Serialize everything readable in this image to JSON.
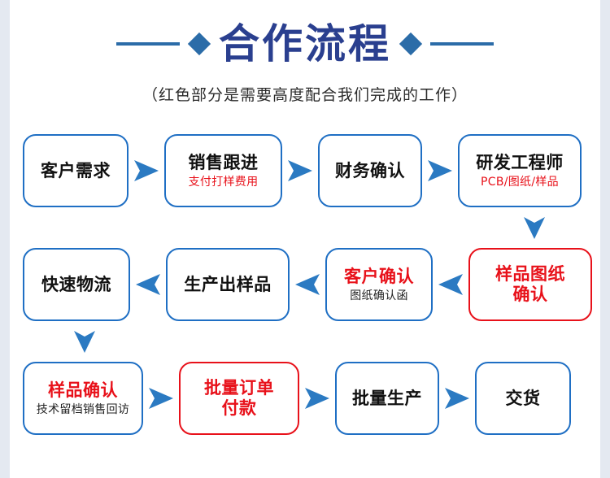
{
  "header": {
    "title": "合作流程",
    "subtitle": "（红色部分是需要高度配合我们完成的工作）",
    "left_rule": "horizontal-rule",
    "left_diamond": "diamond-icon",
    "right_diamond": "diamond-icon",
    "right_rule": "horizontal-rule"
  },
  "colors": {
    "title_blue": "#2a3f8f",
    "accent_blue": "#2b6ca8",
    "box_blue": "#1f6fc4",
    "box_red": "#e8111a",
    "arrow_blue": "#2b7ac2",
    "edge_strip": "#e4e9f1",
    "background": "#ffffff",
    "text_black": "#111111"
  },
  "flow": {
    "rows": [
      {
        "direction": "right",
        "nodes": [
          {
            "main": "客户需求",
            "sub": "",
            "border": "red",
            "main_color": "red",
            "sub_color": "black"
          },
          {
            "main": "销售跟进",
            "sub": "支付打样费用",
            "border": "blue",
            "main_color": "black",
            "sub_color": "red"
          },
          {
            "main": "财务确认",
            "sub": "",
            "border": "blue",
            "main_color": "black",
            "sub_color": "black"
          },
          {
            "main": "研发工程师",
            "sub": "PCB/图纸/样品",
            "border": "blue",
            "main_color": "black",
            "sub_color": "red"
          }
        ]
      },
      {
        "direction": "left",
        "nodes": [
          {
            "main": "快速物流",
            "sub": "",
            "border": "blue",
            "main_color": "black",
            "sub_color": "black"
          },
          {
            "main": "生产出样品",
            "sub": "",
            "border": "blue",
            "main_color": "black",
            "sub_color": "black"
          },
          {
            "main": "客户确认",
            "sub": "图纸确认函",
            "border": "blue",
            "main_color": "red",
            "sub_color": "black"
          },
          {
            "main": "样品图纸\n确认",
            "sub": "",
            "border": "red",
            "main_color": "red",
            "sub_color": "black"
          }
        ]
      },
      {
        "direction": "right",
        "nodes": [
          {
            "main": "样品确认",
            "sub": "技术留档销售回访",
            "border": "blue",
            "main_color": "red",
            "sub_color": "black"
          },
          {
            "main": "批量订单\n付款",
            "sub": "",
            "border": "red",
            "main_color": "red",
            "sub_color": "black"
          },
          {
            "main": "批量生产",
            "sub": "",
            "border": "blue",
            "main_color": "black",
            "sub_color": "black"
          },
          {
            "main": "交货",
            "sub": "",
            "border": "blue",
            "main_color": "black",
            "sub_color": "black"
          }
        ]
      }
    ],
    "connectors": {
      "row1_to_row2": {
        "icon": "arrow-down-icon",
        "align": "right"
      },
      "row2_to_row3": {
        "icon": "arrow-down-icon",
        "align": "left"
      },
      "right_arrow": "arrow-right-icon",
      "left_arrow": "arrow-left-icon"
    }
  }
}
